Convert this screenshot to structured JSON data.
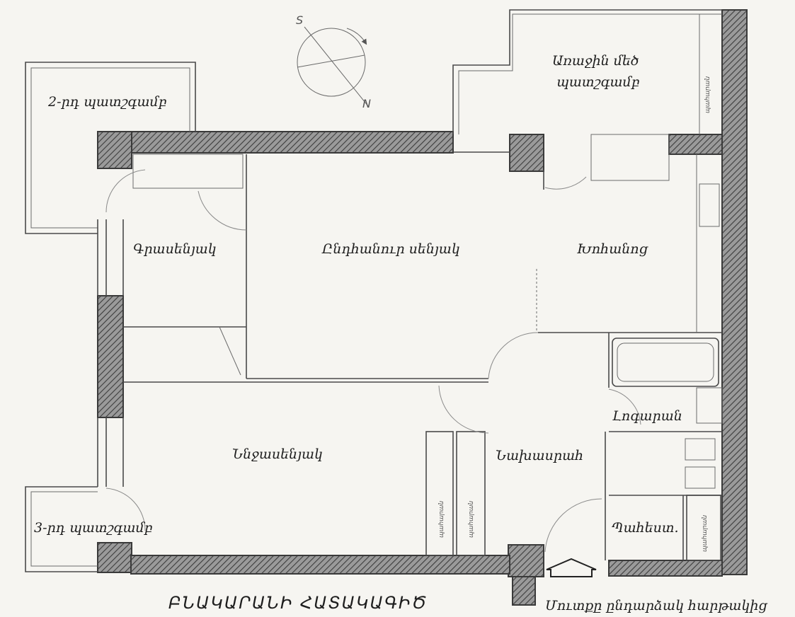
{
  "plan": {
    "title": "ԲՆԱԿԱՐԱՆԻ ՀԱՏԱԿԱԳԻԾ",
    "entrance_note": "Մուտքը ընդարձակ հարթակից",
    "compass": {
      "north": "N",
      "south": "S"
    },
    "rooms": {
      "balcony_1": "Առաջին մեծ",
      "balcony_1_line2": "պատշգամբ",
      "balcony_2": "2-րդ պատշգամբ",
      "balcony_3": "3-րդ պատշգամբ",
      "study": "Գրասենյակ",
      "living": "Ընդհանուր սենյակ",
      "kitchen": "Խոհանոց",
      "bedroom": "Ննջասենյակ",
      "hall": "Նախասրահ",
      "bath": "Լոգարան",
      "storage": "Պահեստ."
    },
    "wardrobe": {
      "w1": "պահարան",
      "w2": "պահարան",
      "w3": "պահարան",
      "w4": "պահարան"
    }
  }
}
